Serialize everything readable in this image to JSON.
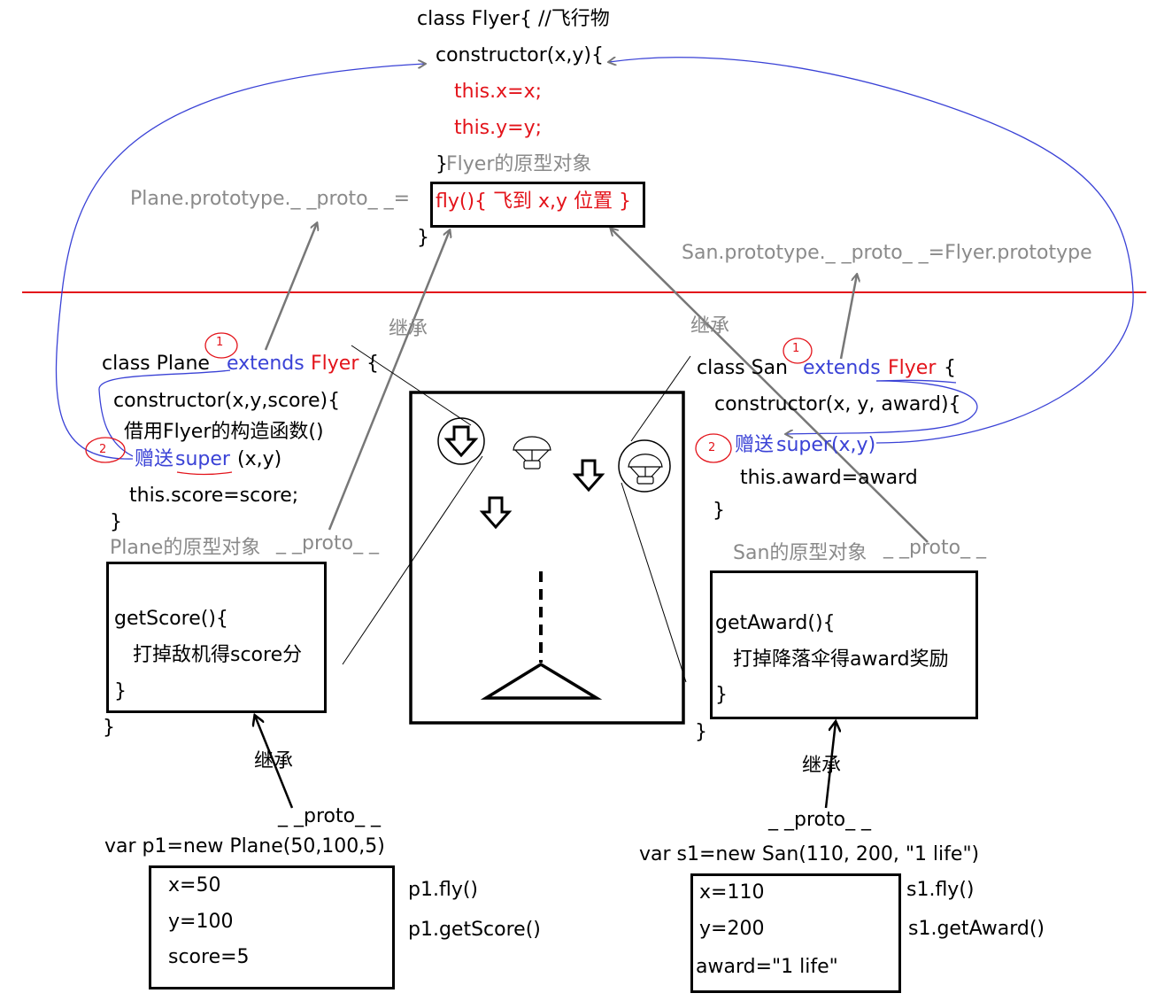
{
  "colors": {
    "red": "#e3141b",
    "blue": "#3a42d6",
    "gray": "#8a8a8a",
    "black": "#000000"
  },
  "flyer": {
    "l1": "class Flyer{ //飞行物",
    "l2": "constructor(x,y){",
    "l3": "this.x=x;",
    "l4": "this.y=y;",
    "l5_brace": "}",
    "l5_label": "Flyer的原型对象",
    "fly": "fly(){ 飞到 x,y 位置 }",
    "close": "}"
  },
  "plane_proto_eq": "Plane.prototype._ _proto_ _=",
  "san_proto_eq": "San.prototype._ _proto_ _=Flyer.prototype",
  "inherit": "继承",
  "circle_num_1": "1",
  "circle_num_2": "2",
  "plane": {
    "cls": "class Plane",
    "ext": "extends",
    "par": "Flyer",
    "brace": "{",
    "ctor": "constructor(x,y,score){",
    "borrow": "借用Flyer的构造函数()",
    "give": "赠送",
    "sup": "super",
    "args": "(x,y)",
    "score": "this.score=score;",
    "close": "}",
    "proto_label": "Plane的原型对象",
    "proto_link": "_ _proto_ _",
    "get1": "getScore(){",
    "get2": "打掉敌机得score分",
    "get3": "}",
    "end": "}"
  },
  "san": {
    "cls": "class San",
    "ext": "extends",
    "par": "Flyer",
    "brace": "{",
    "ctor": "constructor(x, y, award){",
    "give": "赠送",
    "sup": "super(x,y)",
    "award": "this.award=award",
    "close": "}",
    "proto_label": "San的原型对象",
    "proto_link": "_ _proto_ _",
    "get1": "getAward(){",
    "get2": "打掉降落伞得award奖励",
    "get3": "}",
    "end": "}"
  },
  "p1": {
    "proto": "_ _proto_ _",
    "decl": "var p1=new Plane(50,100,5)",
    "x": "x=50",
    "y": "y=100",
    "score": "score=5",
    "m1": "p1.fly()",
    "m2": "p1.getScore()"
  },
  "s1": {
    "proto": "_ _proto_ _",
    "decl": "var s1=new San(110, 200, \"1 life\")",
    "x": "x=110",
    "y": "y=200",
    "award": "award=\"1 life\"",
    "m1": "s1.fly()",
    "m2": "s1.getAward()"
  }
}
